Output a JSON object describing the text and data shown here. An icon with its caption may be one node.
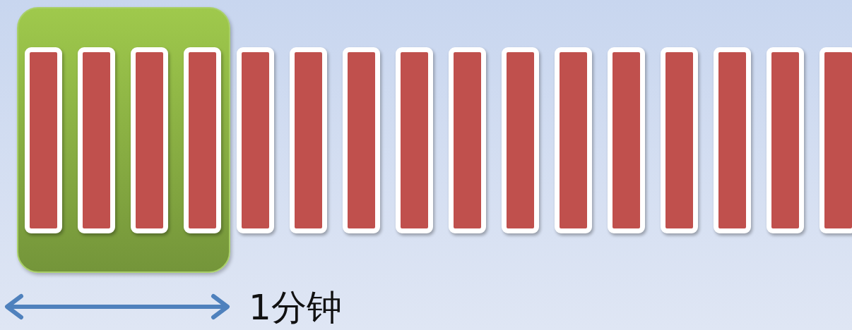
{
  "diagram": {
    "nodes": [
      {
        "text": [],
        "shape": "box"
      },
      {
        "text": [],
        "shape": "bar",
        "in": 0
      },
      {
        "text": [],
        "shape": "bar",
        "in": 0
      },
      {
        "text": [],
        "shape": "bar",
        "in": 0
      },
      {
        "text": [],
        "shape": "bar",
        "in": 0
      },
      {
        "text": [],
        "shape": "bar"
      },
      {
        "text": [],
        "shape": "bar"
      },
      {
        "text": [],
        "shape": "bar"
      },
      {
        "text": [],
        "shape": "bar"
      },
      {
        "text": [],
        "shape": "bar"
      },
      {
        "text": [],
        "shape": "bar"
      },
      {
        "text": [],
        "shape": "bar"
      },
      {
        "text": [],
        "shape": "bar"
      },
      {
        "text": [],
        "shape": "bar"
      },
      {
        "text": [],
        "shape": "bar"
      },
      {
        "text": [],
        "shape": "bar"
      },
      {
        "text": [],
        "shape": "bar"
      }
    ],
    "labels": [
      "1分钟"
    ]
  }
}
